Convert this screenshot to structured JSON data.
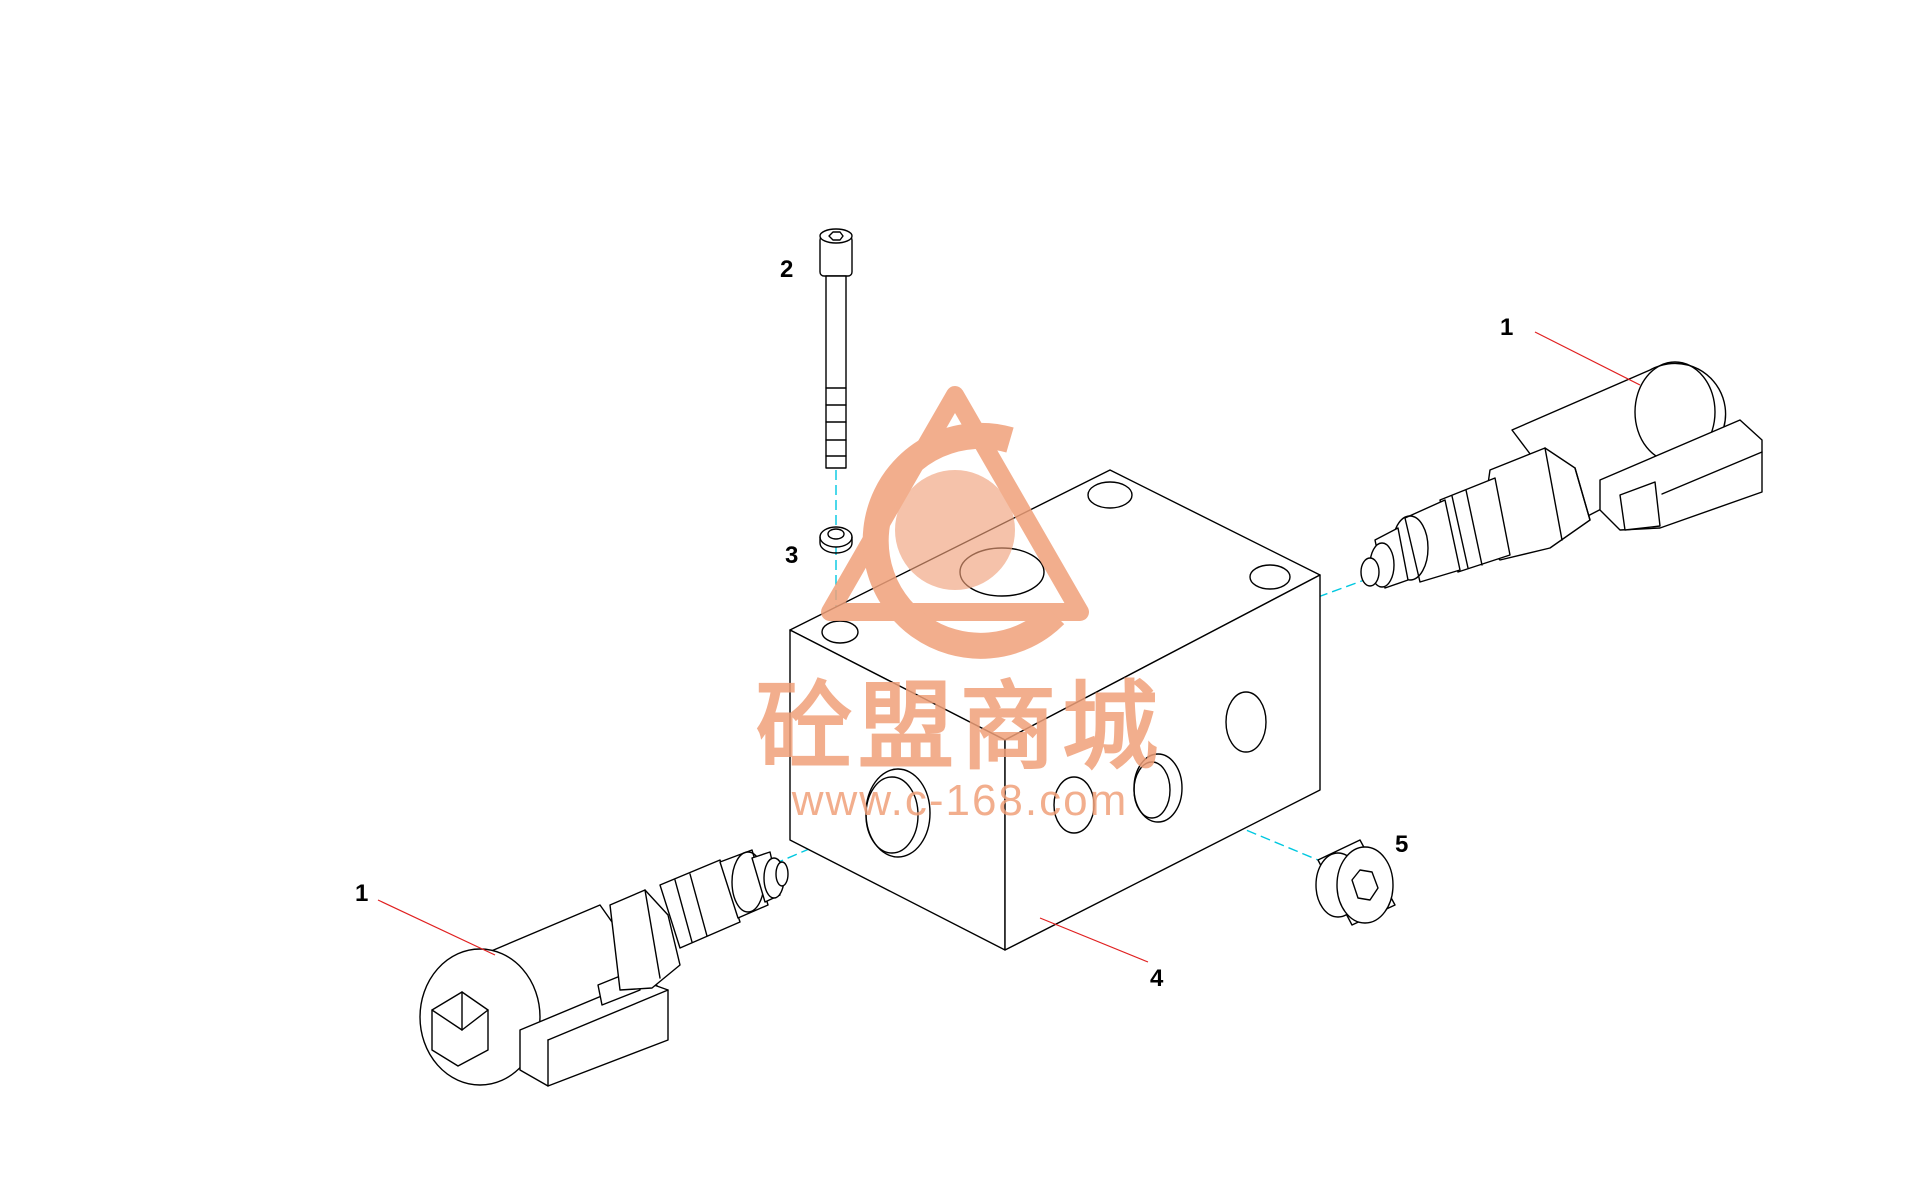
{
  "callouts": {
    "valve_upper": "1",
    "valve_lower": "1",
    "bolt": "2",
    "washer": "3",
    "block": "4",
    "plug": "5"
  },
  "watermark": {
    "title": "砼盟商城",
    "url": "www.c-168.com",
    "color": "#f0a07a"
  },
  "colors": {
    "line": "#000000",
    "centerline": "#00c8e0",
    "leader": "#e02020"
  }
}
